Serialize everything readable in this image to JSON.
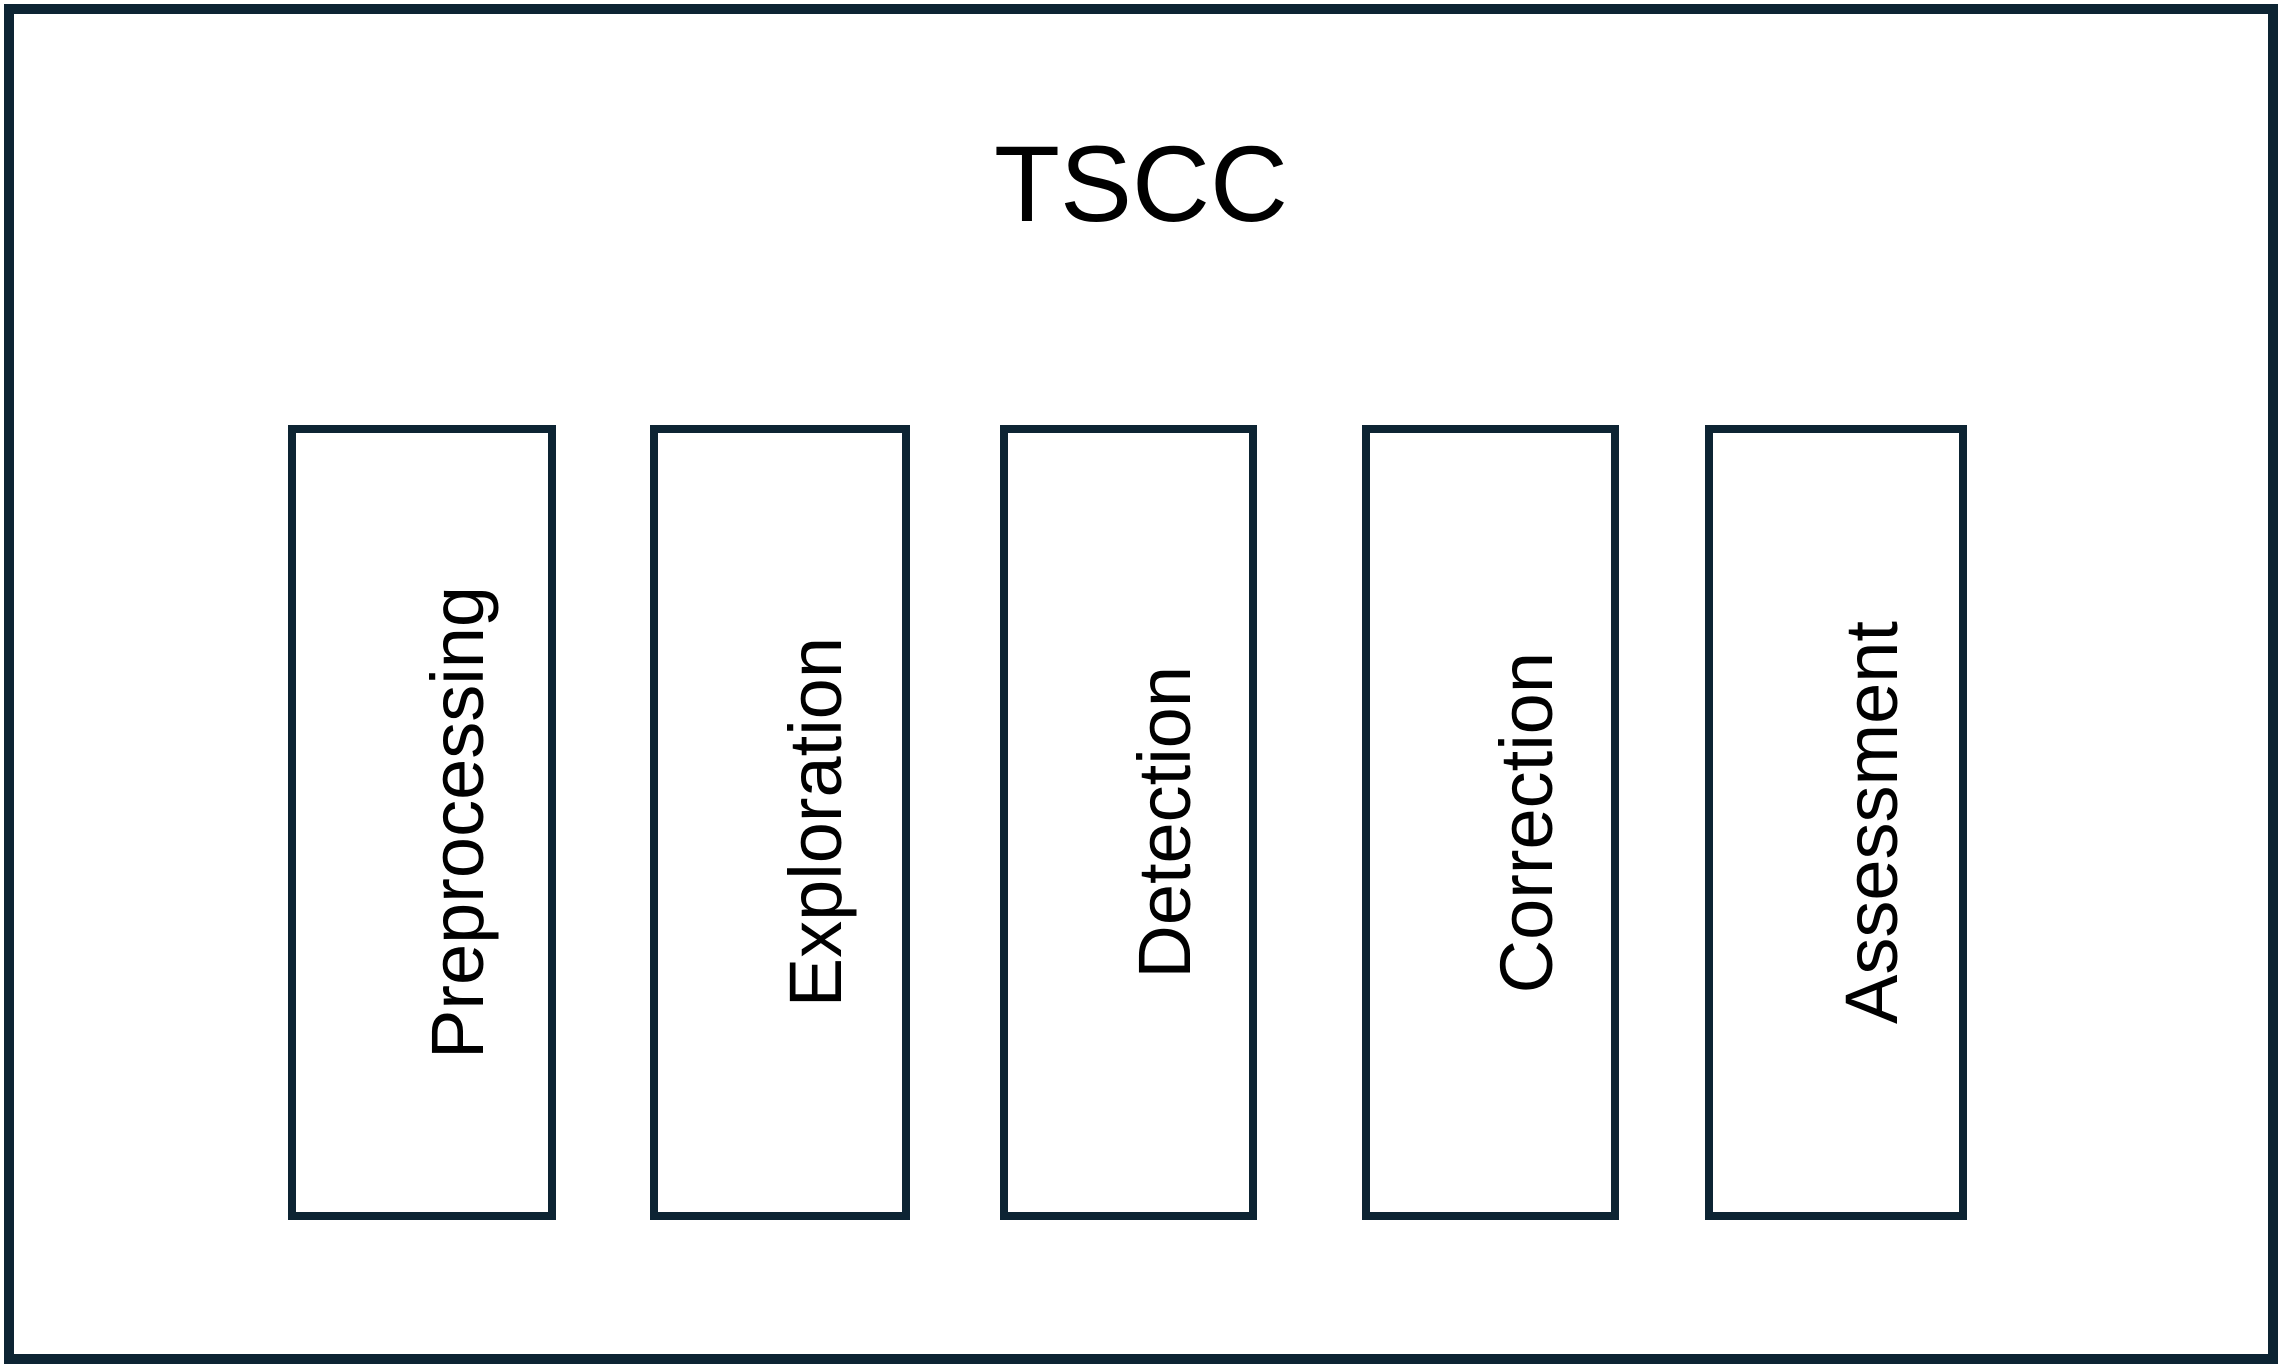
{
  "diagram": {
    "title": "TSCC",
    "frame_color": "#0d2433",
    "background_color": "#ffffff",
    "text_color": "#000000",
    "type": "pipeline-stages",
    "stages": [
      {
        "label": "Preprocessing",
        "order": 1
      },
      {
        "label": "Exploration",
        "order": 2
      },
      {
        "label": "Detection",
        "order": 3
      },
      {
        "label": "Correction",
        "order": 4
      },
      {
        "label": "Assessment",
        "order": 5
      }
    ]
  }
}
